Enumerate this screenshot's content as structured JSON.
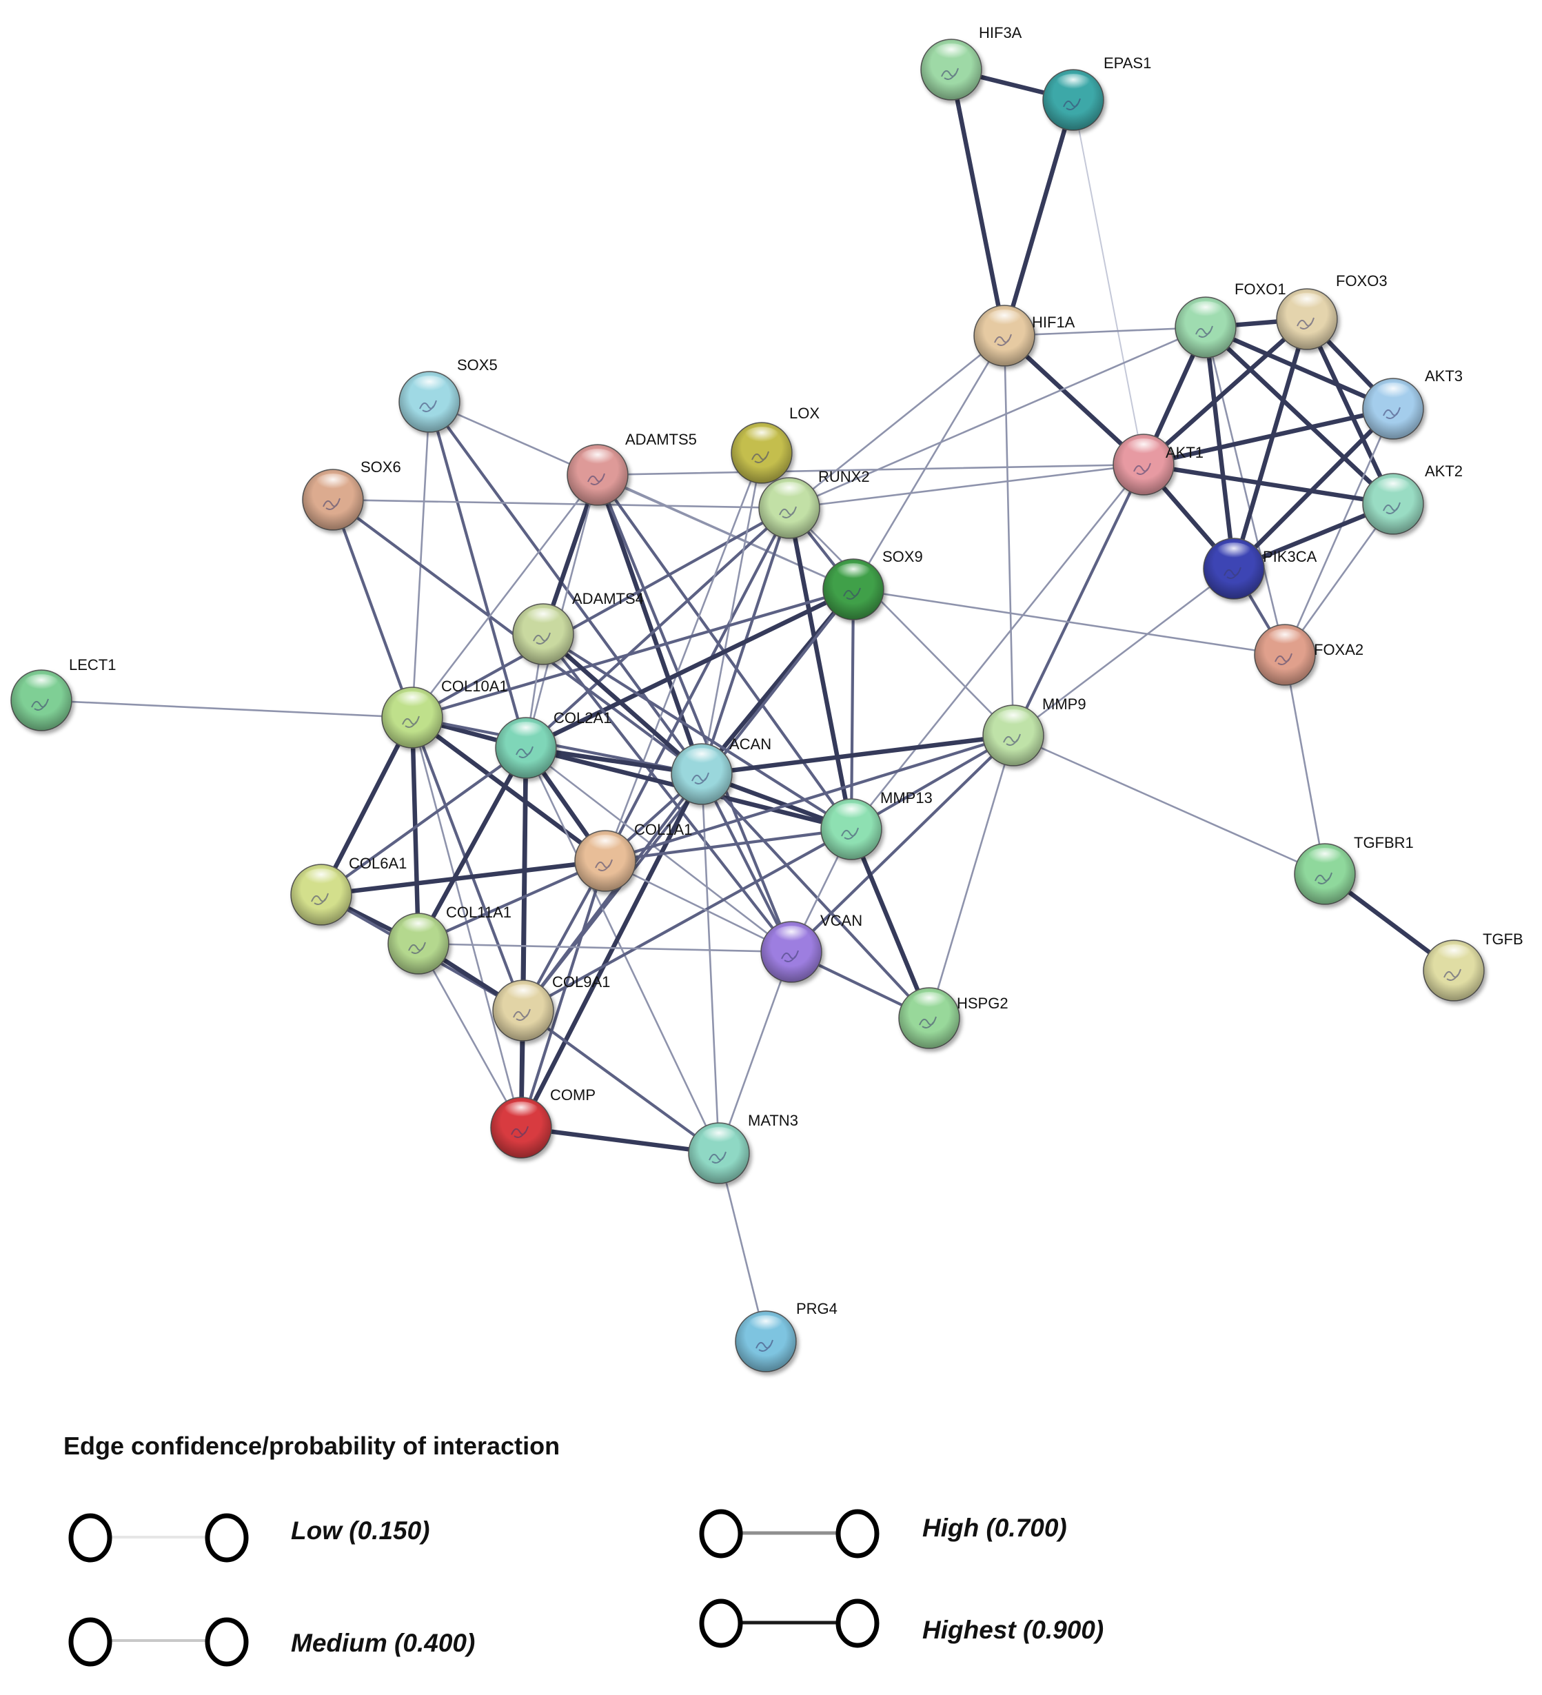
{
  "nodes": [
    {
      "id": "HIF3A",
      "color": "#9ed9a6"
    },
    {
      "id": "EPAS1",
      "color": "#3ea8a8"
    },
    {
      "id": "HIF1A",
      "color": "#e6caa2"
    },
    {
      "id": "FOXO1",
      "color": "#9fdcb0"
    },
    {
      "id": "FOXO3",
      "color": "#e4d4ad"
    },
    {
      "id": "AKT3",
      "color": "#a4cdec"
    },
    {
      "id": "AKT1",
      "color": "#e79aa2"
    },
    {
      "id": "AKT2",
      "color": "#99dcc3"
    },
    {
      "id": "PIK3CA",
      "color": "#3d45b4"
    },
    {
      "id": "FOXA2",
      "color": "#e0a08c"
    },
    {
      "id": "SOX5",
      "color": "#9fd9e4"
    },
    {
      "id": "SOX6",
      "color": "#dcab8f"
    },
    {
      "id": "ADAMTS5",
      "color": "#de9a98"
    },
    {
      "id": "LOX",
      "color": "#c4be4e"
    },
    {
      "id": "RUNX2",
      "color": "#c2e0a6"
    },
    {
      "id": "SOX9",
      "color": "#3fa049"
    },
    {
      "id": "ADAMTS4",
      "color": "#c9d9a0"
    },
    {
      "id": "LECT1",
      "color": "#7fcf95"
    },
    {
      "id": "COL10A1",
      "color": "#bfe08b"
    },
    {
      "id": "COL2A1",
      "color": "#7fd6b8"
    },
    {
      "id": "ACAN",
      "color": "#9ad7dc"
    },
    {
      "id": "MMP9",
      "color": "#bfe2a8"
    },
    {
      "id": "MMP13",
      "color": "#8ee0b2"
    },
    {
      "id": "COL1A1",
      "color": "#e8be98"
    },
    {
      "id": "COL6A1",
      "color": "#d3df8c"
    },
    {
      "id": "COL11A1",
      "color": "#b4d88e"
    },
    {
      "id": "VCAN",
      "color": "#9d7ee0"
    },
    {
      "id": "COL9A1",
      "color": "#e2d4a6"
    },
    {
      "id": "HSPG2",
      "color": "#98d89a"
    },
    {
      "id": "COMP",
      "color": "#d83a40"
    },
    {
      "id": "MATN3",
      "color": "#8fd8c4"
    },
    {
      "id": "PRG4",
      "color": "#7ec4e0"
    },
    {
      "id": "TGFBR1",
      "color": "#8fd89c"
    },
    {
      "id": "TGFB",
      "color": "#e0dda4"
    }
  ],
  "edges": [
    {
      "source": "HIF3A",
      "target": "EPAS1",
      "level": 4
    },
    {
      "source": "HIF3A",
      "target": "HIF1A",
      "level": 4
    },
    {
      "source": "EPAS1",
      "target": "HIF1A",
      "level": 4
    },
    {
      "source": "EPAS1",
      "target": "AKT1",
      "level": 1
    },
    {
      "source": "HIF1A",
      "target": "AKT1",
      "level": 4
    },
    {
      "source": "HIF1A",
      "target": "FOXO1",
      "level": 2
    },
    {
      "source": "HIF1A",
      "target": "RUNX2",
      "level": 2
    },
    {
      "source": "HIF1A",
      "target": "SOX9",
      "level": 2
    },
    {
      "source": "HIF1A",
      "target": "MMP9",
      "level": 2
    },
    {
      "source": "FOXO1",
      "target": "FOXO3",
      "level": 4
    },
    {
      "source": "FOXO1",
      "target": "AKT1",
      "level": 4
    },
    {
      "source": "FOXO1",
      "target": "AKT2",
      "level": 4
    },
    {
      "source": "FOXO1",
      "target": "AKT3",
      "level": 4
    },
    {
      "source": "FOXO1",
      "target": "PIK3CA",
      "level": 4
    },
    {
      "source": "FOXO1",
      "target": "FOXA2",
      "level": 2
    },
    {
      "source": "FOXO1",
      "target": "RUNX2",
      "level": 2
    },
    {
      "source": "FOXO3",
      "target": "AKT1",
      "level": 4
    },
    {
      "source": "FOXO3",
      "target": "AKT2",
      "level": 4
    },
    {
      "source": "FOXO3",
      "target": "AKT3",
      "level": 4
    },
    {
      "source": "FOXO3",
      "target": "PIK3CA",
      "level": 4
    },
    {
      "source": "AKT3",
      "target": "AKT1",
      "level": 4
    },
    {
      "source": "AKT3",
      "target": "PIK3CA",
      "level": 4
    },
    {
      "source": "AKT3",
      "target": "FOXA2",
      "level": 2
    },
    {
      "source": "AKT1",
      "target": "AKT2",
      "level": 4
    },
    {
      "source": "AKT1",
      "target": "PIK3CA",
      "level": 4
    },
    {
      "source": "AKT1",
      "target": "MMP9",
      "level": 3
    },
    {
      "source": "AKT1",
      "target": "RUNX2",
      "level": 2
    },
    {
      "source": "AKT1",
      "target": "ADAMTS5",
      "level": 2
    },
    {
      "source": "AKT1",
      "target": "MMP13",
      "level": 2
    },
    {
      "source": "AKT2",
      "target": "PIK3CA",
      "level": 4
    },
    {
      "source": "AKT2",
      "target": "FOXA2",
      "level": 2
    },
    {
      "source": "PIK3CA",
      "target": "FOXA2",
      "level": 3
    },
    {
      "source": "PIK3CA",
      "target": "MMP9",
      "level": 2
    },
    {
      "source": "FOXA2",
      "target": "SOX9",
      "level": 2
    },
    {
      "source": "FOXA2",
      "target": "TGFBR1",
      "level": 2
    },
    {
      "source": "SOX5",
      "target": "SOX9",
      "level": 2
    },
    {
      "source": "SOX5",
      "target": "COL10A1",
      "level": 2
    },
    {
      "source": "SOX5",
      "target": "COL2A1",
      "level": 3
    },
    {
      "source": "SOX5",
      "target": "ACAN",
      "level": 3
    },
    {
      "source": "SOX6",
      "target": "RUNX2",
      "level": 2
    },
    {
      "source": "SOX6",
      "target": "COL10A1",
      "level": 3
    },
    {
      "source": "SOX6",
      "target": "ACAN",
      "level": 3
    },
    {
      "source": "ADAMTS5",
      "target": "ADAMTS4",
      "level": 4
    },
    {
      "source": "ADAMTS5",
      "target": "ACAN",
      "level": 4
    },
    {
      "source": "ADAMTS5",
      "target": "MMP13",
      "level": 3
    },
    {
      "source": "ADAMTS5",
      "target": "COL2A1",
      "level": 2
    },
    {
      "source": "ADAMTS5",
      "target": "SOX9",
      "level": 2
    },
    {
      "source": "ADAMTS5",
      "target": "COL10A1",
      "level": 2
    },
    {
      "source": "ADAMTS5",
      "target": "VCAN",
      "level": 3
    },
    {
      "source": "RUNX2",
      "target": "SOX9",
      "level": 3
    },
    {
      "source": "RUNX2",
      "target": "MMP13",
      "level": 4
    },
    {
      "source": "RUNX2",
      "target": "COL10A1",
      "level": 3
    },
    {
      "source": "RUNX2",
      "target": "COL2A1",
      "level": 3
    },
    {
      "source": "RUNX2",
      "target": "ACAN",
      "level": 3
    },
    {
      "source": "RUNX2",
      "target": "COL1A1",
      "level": 3
    },
    {
      "source": "RUNX2",
      "target": "MMP9",
      "level": 2
    },
    {
      "source": "LOX",
      "target": "COL1A1",
      "level": 2
    },
    {
      "source": "LOX",
      "target": "ACAN",
      "level": 2
    },
    {
      "source": "SOX9",
      "target": "COL2A1",
      "level": 4
    },
    {
      "source": "SOX9",
      "target": "ACAN",
      "level": 4
    },
    {
      "source": "SOX9",
      "target": "COL10A1",
      "level": 3
    },
    {
      "source": "SOX9",
      "target": "MMP13",
      "level": 3
    },
    {
      "source": "SOX9",
      "target": "COL9A1",
      "level": 3
    },
    {
      "source": "ADAMTS4",
      "target": "ACAN",
      "level": 4
    },
    {
      "source": "ADAMTS4",
      "target": "VCAN",
      "level": 3
    },
    {
      "source": "ADAMTS4",
      "target": "MMP13",
      "level": 3
    },
    {
      "source": "ADAMTS4",
      "target": "COL2A1",
      "level": 2
    },
    {
      "source": "LECT1",
      "target": "COL10A1",
      "level": 2
    },
    {
      "source": "COL10A1",
      "target": "COL2A1",
      "level": 4
    },
    {
      "source": "COL10A1",
      "target": "COL1A1",
      "level": 4
    },
    {
      "source": "COL10A1",
      "target": "COL6A1",
      "level": 4
    },
    {
      "source": "COL10A1",
      "target": "COL11A1",
      "level": 4
    },
    {
      "source": "COL10A1",
      "target": "COL9A1",
      "level": 3
    },
    {
      "source": "COL10A1",
      "target": "ACAN",
      "level": 3
    },
    {
      "source": "COL10A1",
      "target": "COMP",
      "level": 2
    },
    {
      "source": "COL2A1",
      "target": "ACAN",
      "level": 4
    },
    {
      "source": "COL2A1",
      "target": "COL1A1",
      "level": 4
    },
    {
      "source": "COL2A1",
      "target": "COL11A1",
      "level": 4
    },
    {
      "source": "COL2A1",
      "target": "COL9A1",
      "level": 4
    },
    {
      "source": "COL2A1",
      "target": "COL6A1",
      "level": 3
    },
    {
      "source": "COL2A1",
      "target": "MMP13",
      "level": 4
    },
    {
      "source": "COL2A1",
      "target": "VCAN",
      "level": 2
    },
    {
      "source": "COL2A1",
      "target": "COMP",
      "level": 4
    },
    {
      "source": "COL2A1",
      "target": "MATN3",
      "level": 2
    },
    {
      "source": "ACAN",
      "target": "MMP13",
      "level": 4
    },
    {
      "source": "ACAN",
      "target": "MMP9",
      "level": 4
    },
    {
      "source": "ACAN",
      "target": "VCAN",
      "level": 3
    },
    {
      "source": "ACAN",
      "target": "COL1A1",
      "level": 3
    },
    {
      "source": "ACAN",
      "target": "HSPG2",
      "level": 3
    },
    {
      "source": "ACAN",
      "target": "COMP",
      "level": 4
    },
    {
      "source": "ACAN",
      "target": "MATN3",
      "level": 2
    },
    {
      "source": "ACAN",
      "target": "COL9A1",
      "level": 3
    },
    {
      "source": "MMP9",
      "target": "MMP13",
      "level": 3
    },
    {
      "source": "MMP9",
      "target": "COL1A1",
      "level": 3
    },
    {
      "source": "MMP9",
      "target": "VCAN",
      "level": 3
    },
    {
      "source": "MMP9",
      "target": "HSPG2",
      "level": 2
    },
    {
      "source": "MMP9",
      "target": "TGFBR1",
      "level": 2
    },
    {
      "source": "MMP13",
      "target": "COL1A1",
      "level": 3
    },
    {
      "source": "MMP13",
      "target": "VCAN",
      "level": 2
    },
    {
      "source": "MMP13",
      "target": "HSPG2",
      "level": 4
    },
    {
      "source": "MMP13",
      "target": "COL9A1",
      "level": 3
    },
    {
      "source": "COL1A1",
      "target": "COL6A1",
      "level": 4
    },
    {
      "source": "COL1A1",
      "target": "COL11A1",
      "level": 3
    },
    {
      "source": "COL1A1",
      "target": "COL9A1",
      "level": 3
    },
    {
      "source": "COL1A1",
      "target": "VCAN",
      "level": 2
    },
    {
      "source": "COL1A1",
      "target": "COMP",
      "level": 3
    },
    {
      "source": "COL6A1",
      "target": "COL11A1",
      "level": 4
    },
    {
      "source": "COL6A1",
      "target": "COL9A1",
      "level": 3
    },
    {
      "source": "COL11A1",
      "target": "COL9A1",
      "level": 4
    },
    {
      "source": "COL11A1",
      "target": "VCAN",
      "level": 2
    },
    {
      "source": "COL11A1",
      "target": "COMP",
      "level": 2
    },
    {
      "source": "COL9A1",
      "target": "COMP",
      "level": 4
    },
    {
      "source": "COL9A1",
      "target": "MATN3",
      "level": 3
    },
    {
      "source": "VCAN",
      "target": "HSPG2",
      "level": 3
    },
    {
      "source": "VCAN",
      "target": "MATN3",
      "level": 2
    },
    {
      "source": "COMP",
      "target": "MATN3",
      "level": 4
    },
    {
      "source": "MATN3",
      "target": "PRG4",
      "level": 2
    },
    {
      "source": "TGFBR1",
      "target": "TGFB",
      "level": 4
    }
  ],
  "legend": {
    "title": "Edge confidence/probability of interaction",
    "items": [
      {
        "label": "Low (0.150)",
        "color": "#e6e6e6",
        "width": 4
      },
      {
        "label": "Medium (0.400)",
        "color": "#c8c8c8",
        "width": 4
      },
      {
        "label": "High (0.700)",
        "color": "#8f8f8f",
        "width": 5
      },
      {
        "label": "Highest (0.900)",
        "color": "#1a1a1a",
        "width": 5
      }
    ]
  }
}
